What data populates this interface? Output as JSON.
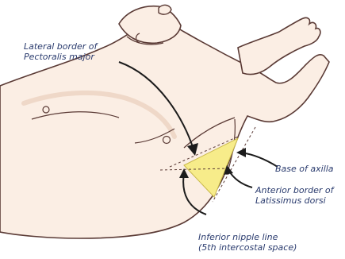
{
  "labels": {
    "lateral_border_line1": "Lateral border of",
    "lateral_border_line2": "Pectoralis major",
    "base_of_axilla": "Base of axilla",
    "anterior_border_line1": "Anterior border of",
    "anterior_border_line2": "Latissimus dorsi",
    "nipple_line_line1": "Inferior nipple line",
    "nipple_line_line2": "(5th intercostal space)"
  },
  "colors": {
    "skin": "#fbeee4",
    "skin_shadow": "#efd8c8",
    "outline": "#5a3a35",
    "triangle": "#f7ec8a",
    "arrow": "#1c1c1c",
    "label_text": "#2a3b6e"
  }
}
